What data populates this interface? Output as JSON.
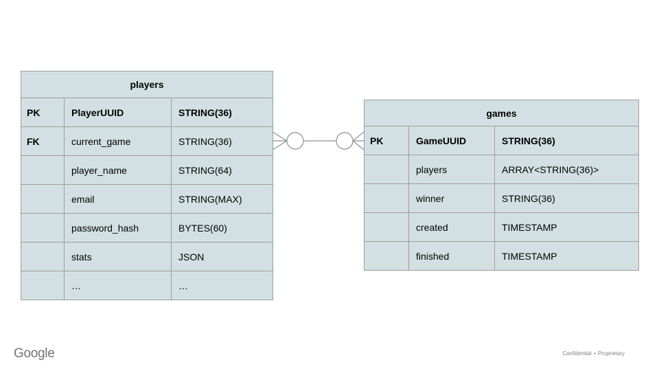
{
  "tables": [
    {
      "name": "players",
      "rows": [
        {
          "key": "PK",
          "field": "PlayerUUID",
          "type": "STRING(36)"
        },
        {
          "key": "FK",
          "field": "current_game",
          "type": "STRING(36)"
        },
        {
          "key": "",
          "field": "player_name",
          "type": "STRING(64)"
        },
        {
          "key": "",
          "field": "email",
          "type": "STRING(MAX)"
        },
        {
          "key": "",
          "field": "password_hash",
          "type": "BYTES(60)"
        },
        {
          "key": "",
          "field": "stats",
          "type": "JSON"
        },
        {
          "key": "",
          "field": "…",
          "type": "…"
        }
      ]
    },
    {
      "name": "games",
      "rows": [
        {
          "key": "PK",
          "field": "GameUUID",
          "type": "STRING(36)"
        },
        {
          "key": "",
          "field": "players",
          "type": "ARRAY<STRING(36)>"
        },
        {
          "key": "",
          "field": "winner",
          "type": "STRING(36)"
        },
        {
          "key": "",
          "field": "created",
          "type": "TIMESTAMP"
        },
        {
          "key": "",
          "field": "finished",
          "type": "TIMESTAMP"
        }
      ]
    }
  ],
  "relationship": {
    "left_cardinality": "zero-or-many",
    "right_cardinality": "zero-or-many"
  },
  "footer": {
    "logo_text": "Google",
    "confidential_label": "Confidential + Proprietary"
  },
  "colors": {
    "cell_fill": "#d3e0e3",
    "table_border": "#9c9c9c",
    "connector": "#8f8f8f",
    "text": "#000000",
    "logo_gray": "#747474",
    "footer_gray": "#818181"
  }
}
